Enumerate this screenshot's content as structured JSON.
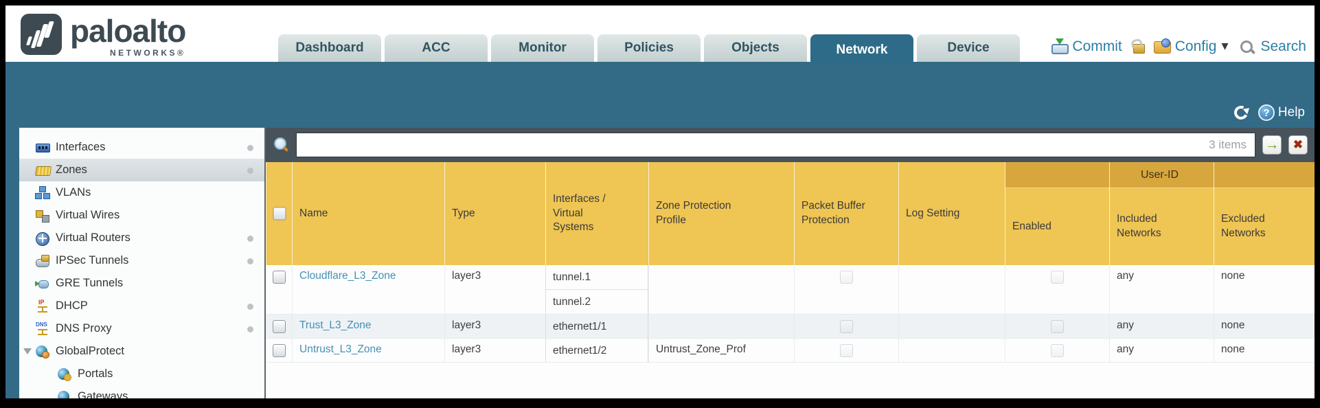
{
  "brand": {
    "name": "paloalto",
    "sub": "NETWORKS®"
  },
  "nav": {
    "tabs": [
      {
        "label": "Dashboard"
      },
      {
        "label": "ACC"
      },
      {
        "label": "Monitor"
      },
      {
        "label": "Policies"
      },
      {
        "label": "Objects"
      },
      {
        "label": "Network"
      },
      {
        "label": "Device"
      }
    ],
    "active_tab": "Network"
  },
  "utilities": {
    "commit": "Commit",
    "config": "Config",
    "search": "Search"
  },
  "toolbar": {
    "help": "Help"
  },
  "sidebar": {
    "items": [
      {
        "label": "Interfaces",
        "icon": "interfaces-icon"
      },
      {
        "label": "Zones",
        "icon": "zones-icon"
      },
      {
        "label": "VLANs",
        "icon": "vlans-icon"
      },
      {
        "label": "Virtual Wires",
        "icon": "virtual-wires-icon"
      },
      {
        "label": "Virtual Routers",
        "icon": "virtual-routers-icon"
      },
      {
        "label": "IPSec Tunnels",
        "icon": "ipsec-tunnels-icon"
      },
      {
        "label": "GRE Tunnels",
        "icon": "gre-tunnels-icon"
      },
      {
        "label": "DHCP",
        "icon": "dhcp-icon"
      },
      {
        "label": "DNS Proxy",
        "icon": "dns-proxy-icon"
      },
      {
        "label": "GlobalProtect",
        "icon": "globalprotect-icon"
      },
      {
        "label": "Portals",
        "icon": "portals-icon"
      },
      {
        "label": "Gateways",
        "icon": "gateways-icon"
      }
    ],
    "selected": "Zones"
  },
  "filter": {
    "value": "",
    "items_count": "3 items"
  },
  "table": {
    "group_header": "User-ID",
    "columns": [
      "Name",
      "Type",
      "Interfaces / Virtual Systems",
      "Zone Protection Profile",
      "Packet Buffer Protection",
      "Log Setting",
      "Enabled",
      "Included Networks",
      "Excluded Networks"
    ],
    "rows": [
      {
        "name": "Cloudflare_L3_Zone",
        "type": "layer3",
        "interfaces": [
          "tunnel.1",
          "tunnel.2"
        ],
        "zone_protection_profile": "",
        "log_setting": "",
        "included_networks": "any",
        "excluded_networks": "none"
      },
      {
        "name": "Trust_L3_Zone",
        "type": "layer3",
        "interfaces": [
          "ethernet1/1"
        ],
        "zone_protection_profile": "",
        "log_setting": "",
        "included_networks": "any",
        "excluded_networks": "none"
      },
      {
        "name": "Untrust_L3_Zone",
        "type": "layer3",
        "interfaces": [
          "ethernet1/2"
        ],
        "zone_protection_profile": "Untrust_Zone_Prof",
        "log_setting": "",
        "included_networks": "any",
        "excluded_networks": "none"
      }
    ]
  },
  "colors": {
    "accent_teal": "#336b87",
    "header_gold": "#efc553",
    "group_gold": "#d7a73e",
    "link_blue": "#4590b4"
  }
}
